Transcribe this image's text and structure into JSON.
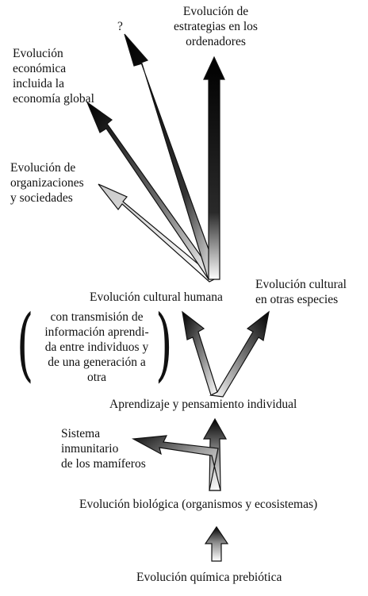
{
  "labels": {
    "quimica": "Evolución química prebiótica",
    "biologica": "Evolución biológica (organismos y ecosistemas)",
    "inmunitario": [
      "Sistema",
      "inmunitario",
      "de los mamíferos"
    ],
    "aprendizaje": "Aprendizaje y pensamiento individual",
    "cultural_humana": "Evolución cultural humana",
    "cultural_otras": [
      "Evolución cultural",
      "en otras especies"
    ],
    "transmision": [
      "con transmisión de",
      "información aprendi-",
      "da entre individuos y",
      "de una generación a",
      "otra"
    ],
    "organizaciones": [
      "Evolución de",
      "organizaciones",
      "y sociedades"
    ],
    "economica": [
      "Evolución",
      "económica",
      "incluida la",
      "economía global"
    ],
    "question": "?",
    "ordenadores": [
      "Evolución de",
      "estrategias en los",
      "ordenadores"
    ]
  }
}
